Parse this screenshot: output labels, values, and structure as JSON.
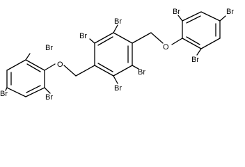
{
  "molecule": {
    "labels": {
      "br_center_1": "Br",
      "br_center_2": "Br",
      "br_center_3": "Br",
      "br_center_4": "Br",
      "br_left_top": "Br",
      "br_left_para": "Br",
      "br_left_bottom": "Br",
      "br_right_top": "Br",
      "br_right_para": "Br",
      "br_right_bottom": "Br",
      "oxygen_left": "O",
      "oxygen_right": "O"
    }
  }
}
